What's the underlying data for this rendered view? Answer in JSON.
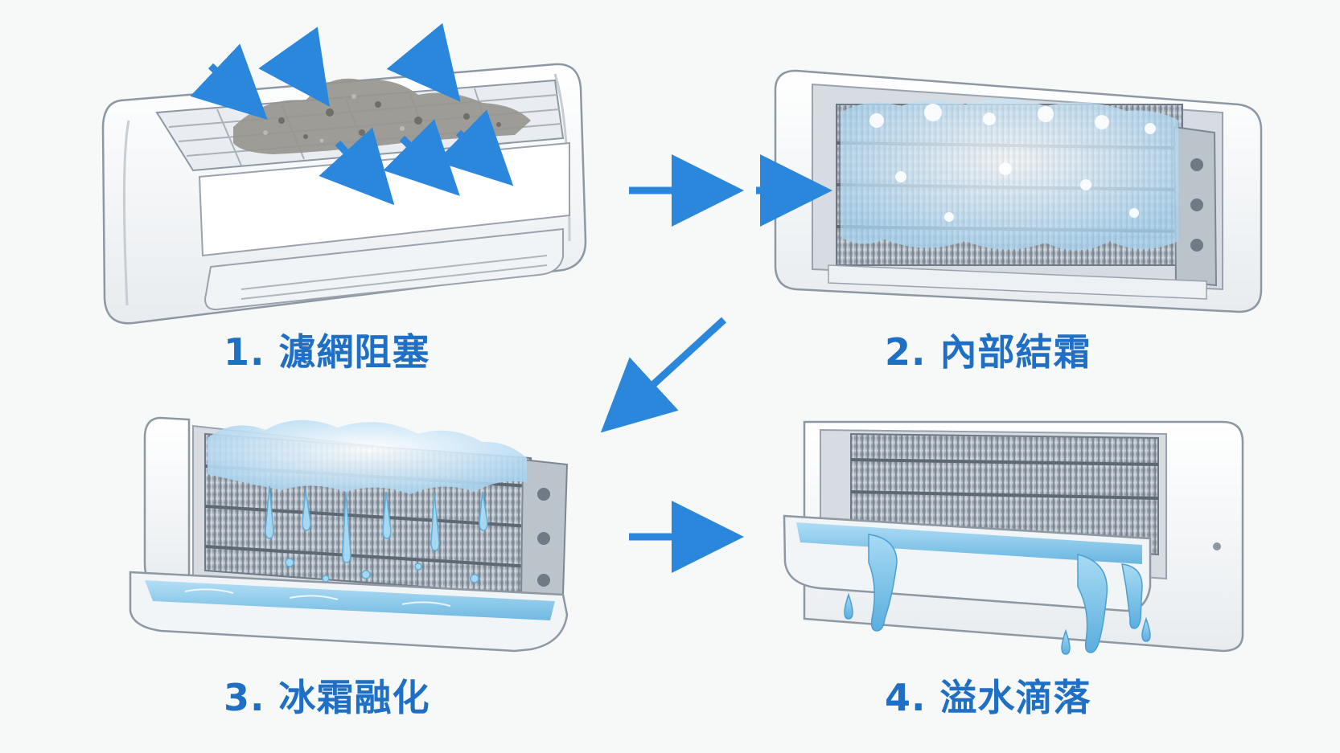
{
  "steps": [
    {
      "label": "1. 濾網阻塞"
    },
    {
      "label": "2. 內部結霜"
    },
    {
      "label": "3. 冰霜融化"
    },
    {
      "label": "4. 溢水滴落"
    }
  ],
  "colors": {
    "arrow": "#2a87db",
    "label": "#1f6fc4",
    "outline": "#9aa3ad",
    "unit_body": "#ffffff",
    "frost": "#d8ecf8",
    "water": "#7fc3ea",
    "dust": "#8f8f8a"
  },
  "icons": {
    "flow_arrow": "arrow-right-icon",
    "diagonal_arrow": "arrow-down-left-icon"
  }
}
